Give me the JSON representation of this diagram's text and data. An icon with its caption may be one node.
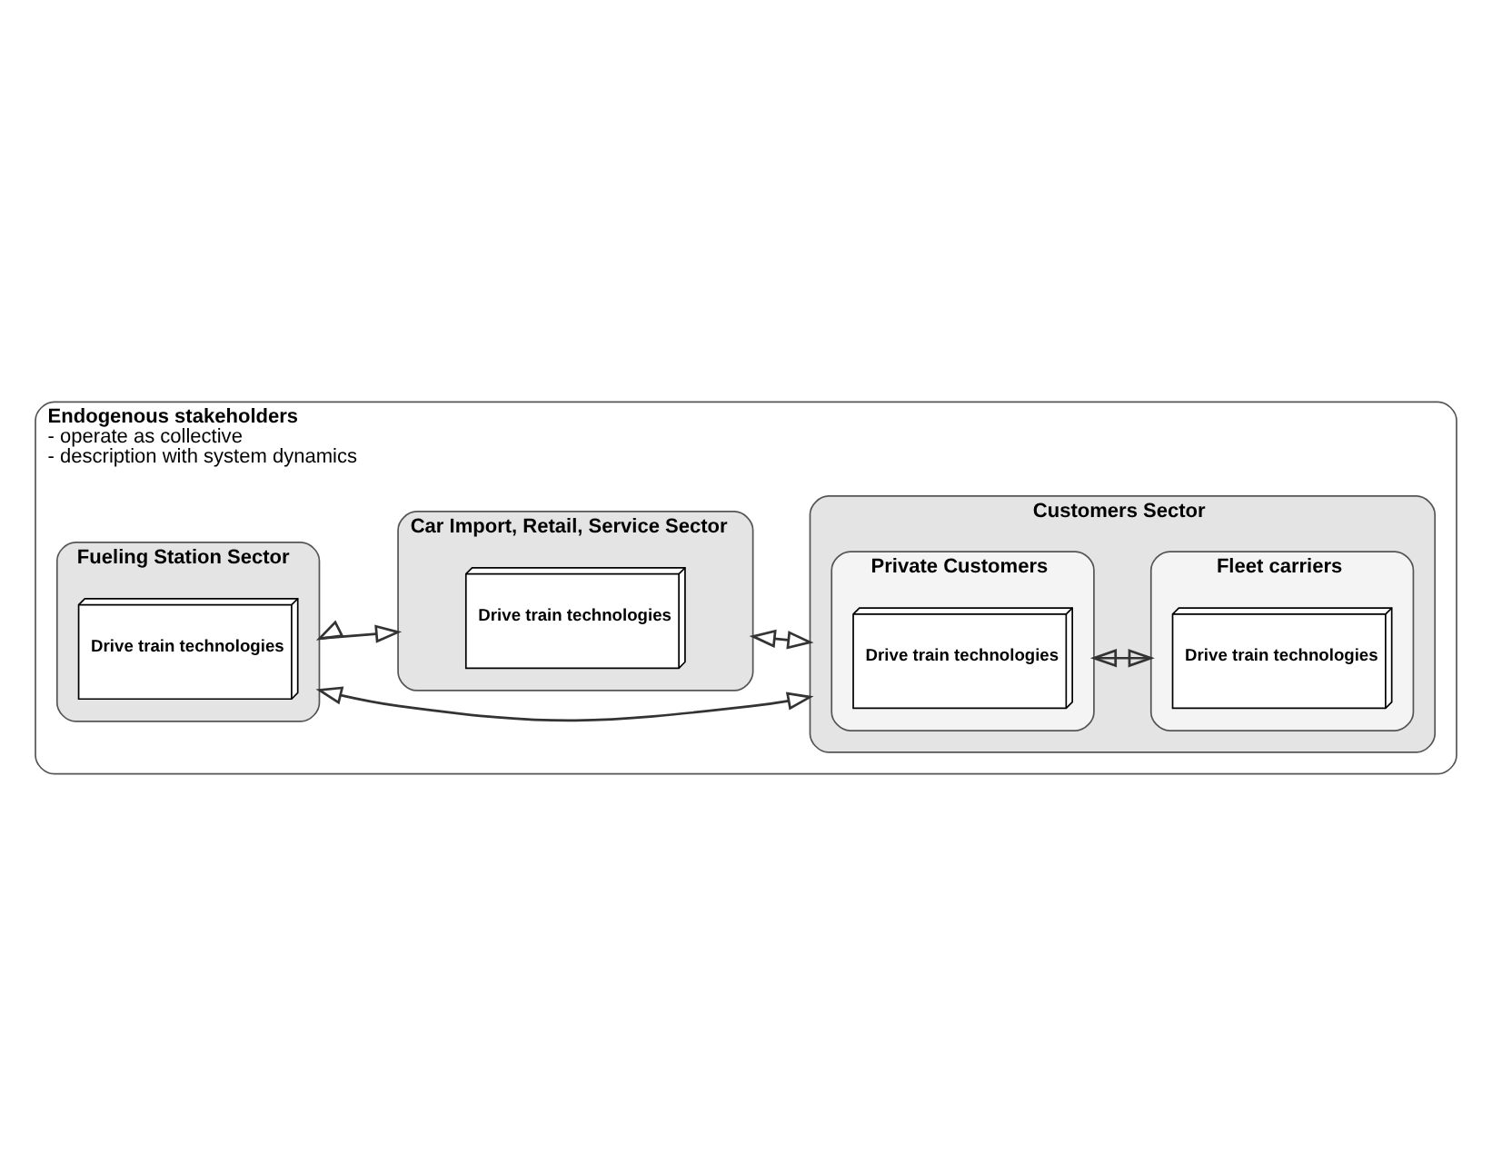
{
  "diagram": {
    "nodes": [
      {
        "text": [
          "Endogenous stakeholders",
          "- operate as collective",
          "- description with system dynamics"
        ]
      },
      {
        "text": [
          "Fueling Station Sector"
        ],
        "in": 0
      },
      {
        "text": [
          "Drive train technologies"
        ],
        "in": 1
      },
      {
        "text": [
          "Customers Sector"
        ],
        "in": 0
      },
      {
        "text": [
          "Private Customers"
        ],
        "in": 3
      },
      {
        "text": [
          "Drive train technologies"
        ],
        "in": 4
      },
      {
        "text": [
          "Fleet carriers"
        ],
        "in": 3
      },
      {
        "text": [
          "Drive train technologies"
        ],
        "in": 6
      },
      {
        "text": [
          "Car Import, Retail, Service Sector"
        ],
        "in": 0
      },
      {
        "text": [
          "Drive train technologies"
        ],
        "in": 8
      }
    ],
    "edges": [
      {
        "from": 1,
        "to": 3,
        "arrow": "both"
      },
      {
        "from": 4,
        "to": 6,
        "arrow": "both"
      },
      {
        "from": 1,
        "to": 8,
        "arrow": "both"
      },
      {
        "from": 8,
        "to": 3,
        "arrow": "both"
      }
    ]
  }
}
